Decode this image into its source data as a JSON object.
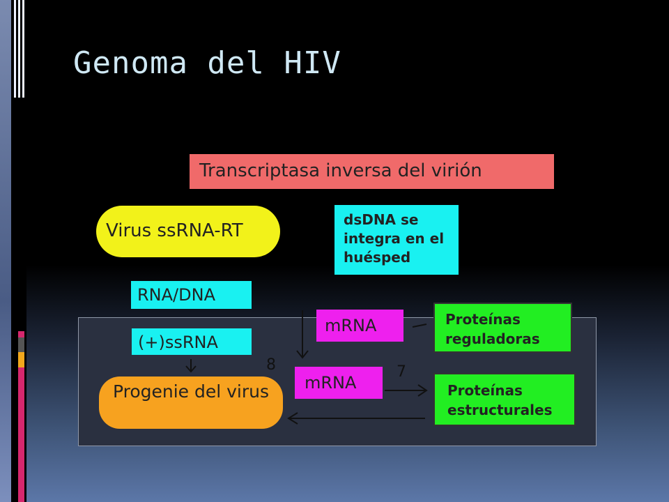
{
  "slide": {
    "title": "Genoma del HIV"
  },
  "diagram": {
    "reverse_transcriptase": "Transcriptasa inversa del virión",
    "virus": "Virus ssRNA-RT",
    "dsdna": "dsDNA se integra en el huésped",
    "rna_dna": "RNA/DNA",
    "plus_ssrna": "(+)ssRNA",
    "mrna_1": "mRNA",
    "mrna_2": "mRNA",
    "regulatory_proteins": "Proteínas reguladoras",
    "structural_proteins": "Proteínas estructurales",
    "progeny": "Progenie del virus",
    "step_8": "8",
    "step_7": "7"
  },
  "colors": {
    "title": "#cfe8f4",
    "red_box": "#f06a6a",
    "yellow_box": "#f2f21a",
    "cyan_box": "#19f1f1",
    "magenta_box": "#ee20ee",
    "green_box": "#22ee22",
    "orange_box": "#f7a21f"
  }
}
